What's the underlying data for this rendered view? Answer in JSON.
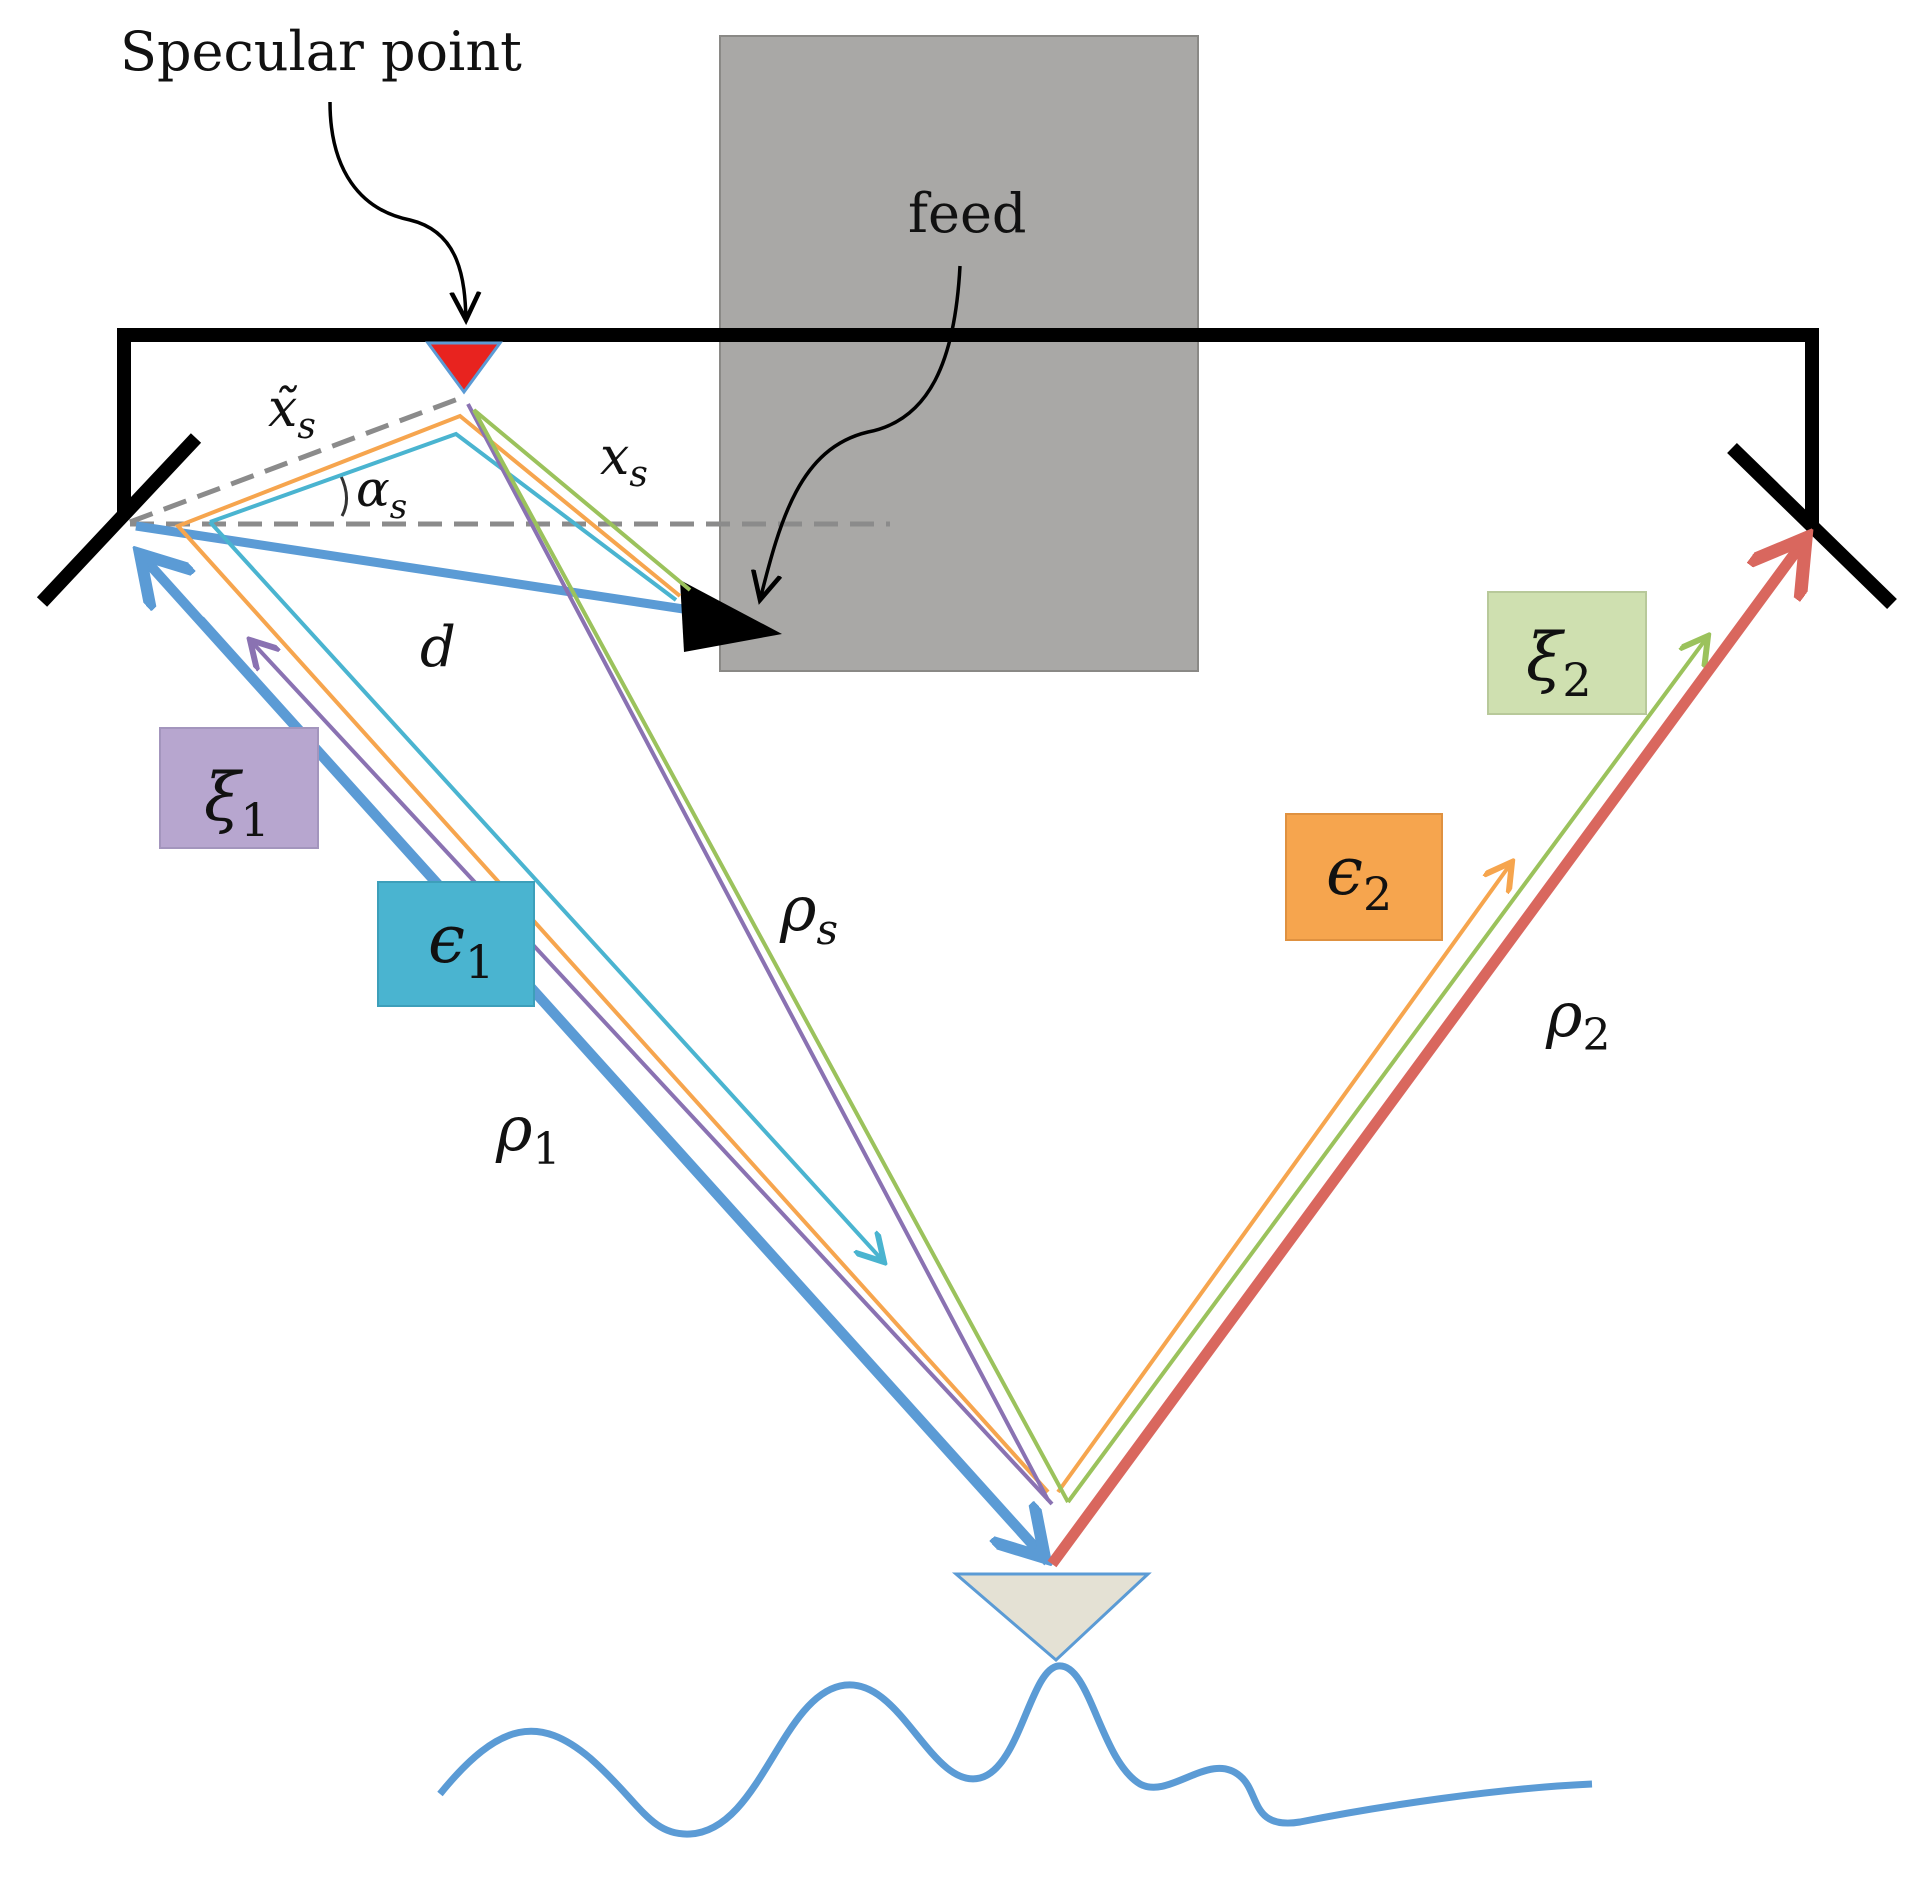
{
  "labels": {
    "specular_point": "Specular point",
    "feed": "feed"
  },
  "symbols": {
    "x_tilde_s": {
      "main": "x̃",
      "sub": "s"
    },
    "x_s": {
      "main": "x",
      "sub": "s"
    },
    "alpha_s": {
      "main": "α",
      "sub": "s"
    },
    "d": {
      "main": "d"
    },
    "rho_s": {
      "main": "ρ",
      "sub": "s"
    },
    "rho_1": {
      "main": "ρ",
      "sub": "1"
    },
    "rho_2": {
      "main": "ρ",
      "sub": "2"
    }
  },
  "boxes": {
    "xi_1": {
      "main": "ξ",
      "sub": "1",
      "color": "#b7a6cf"
    },
    "epsilon_1": {
      "main": "ϵ",
      "sub": "1",
      "color": "#4ab4d0"
    },
    "epsilon_2": {
      "main": "ϵ",
      "sub": "2",
      "color": "#f6a54e"
    },
    "xi_2": {
      "main": "ξ",
      "sub": "2",
      "color": "#cfe0b0"
    }
  },
  "colors": {
    "frame": "#000000",
    "feed_box": "#a9a8a6",
    "blue": "#5b9bd5",
    "red": "#d9675e",
    "orange": "#f6a54e",
    "green": "#9bc25c",
    "purple": "#8a72b2",
    "cyan": "#4ab4d0",
    "receiver_fill": "#e4e1d4",
    "specular_marker": "#e8231f"
  }
}
